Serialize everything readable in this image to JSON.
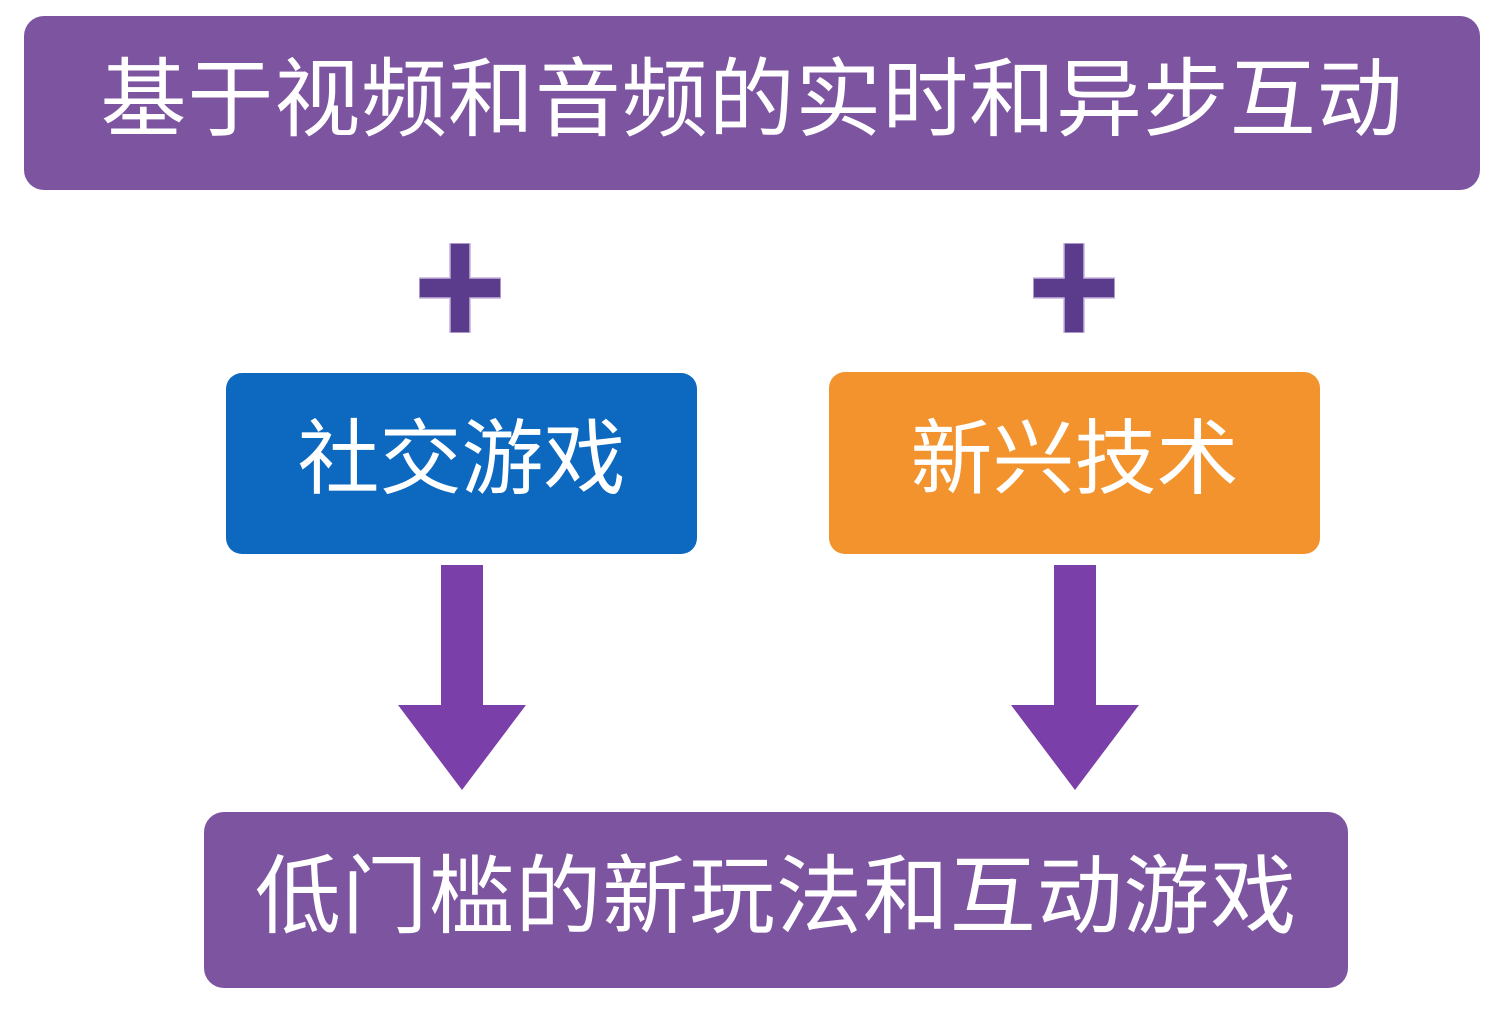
{
  "diagram": {
    "title_banner": {
      "text": "基于视频和音频的实时和异步互动",
      "color": "#7d54a0",
      "text_color": "#ffffff"
    },
    "operators": [
      {
        "icon": "plus-icon",
        "symbol": "+",
        "color": "#5b3b8c"
      },
      {
        "icon": "plus-icon",
        "symbol": "+",
        "color": "#5b3b8c"
      }
    ],
    "inputs": [
      {
        "label": "社交游戏",
        "color": "#0d69c0",
        "text_color": "#ffffff"
      },
      {
        "label": "新兴技术",
        "color": "#f2932e",
        "text_color": "#ffffff"
      }
    ],
    "connectors": [
      {
        "icon": "arrow-down-icon",
        "color": "#7a3fa8"
      },
      {
        "icon": "arrow-down-icon",
        "color": "#7a3fa8"
      }
    ],
    "result_banner": {
      "text": "低门槛的新玩法和互动游戏",
      "color": "#7d54a0",
      "text_color": "#ffffff"
    },
    "background_color": "#ffffff"
  }
}
